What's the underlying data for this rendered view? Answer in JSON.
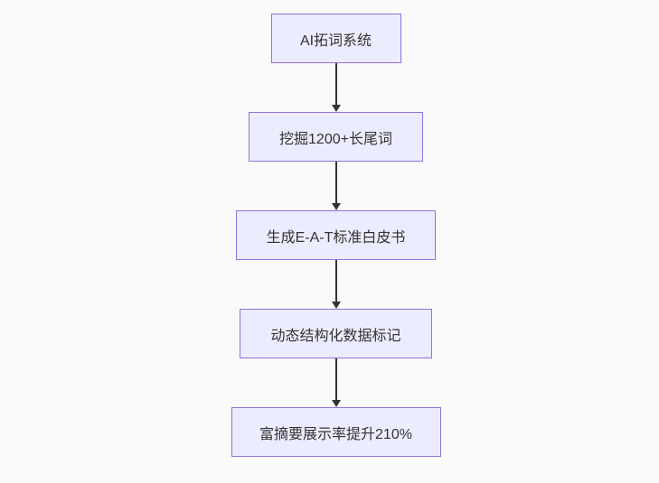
{
  "diagram": {
    "type": "flowchart-top-down",
    "nodes": [
      {
        "id": "node-1",
        "label": "AI拓词系统"
      },
      {
        "id": "node-2",
        "label": "挖掘1200+长尾词"
      },
      {
        "id": "node-3",
        "label": "生成E-A-T标准白皮书"
      },
      {
        "id": "node-4",
        "label": "动态结构化数据标记"
      },
      {
        "id": "node-5",
        "label": "富摘要展示率提升210%"
      }
    ],
    "edges": [
      {
        "from": "node-1",
        "to": "node-2",
        "style": "arrow-down"
      },
      {
        "from": "node-2",
        "to": "node-3",
        "style": "arrow-down"
      },
      {
        "from": "node-3",
        "to": "node-4",
        "style": "arrow-down"
      },
      {
        "from": "node-4",
        "to": "node-5",
        "style": "arrow-down"
      }
    ],
    "colors": {
      "background": "#fafafa",
      "node_fill": "#ececff",
      "node_border": "#9370db",
      "arrow": "#333333",
      "text": "#333333"
    }
  }
}
